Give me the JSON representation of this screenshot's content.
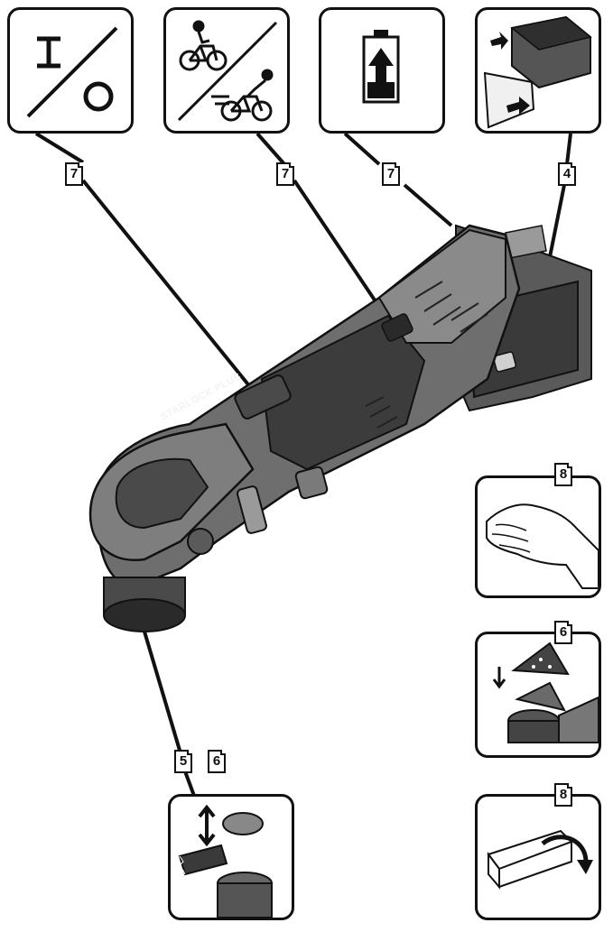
{
  "callouts": {
    "onoff": "7",
    "speed": "7",
    "battery_level": "7",
    "battery_insert": "4",
    "hand": "8",
    "sanding_pad": "6",
    "blade_a": "5",
    "blade_b": "6",
    "storage": "8"
  },
  "tool": {
    "brand_text": "STARLOCK PLUS"
  },
  "icons": {
    "onoff": "on-off-switch-icon",
    "speed": "speed-cyclist-icon",
    "battery": "battery-charge-icon",
    "battery_insert": "battery-insert-icon",
    "hand": "hand-vibration-icon",
    "sanding": "sanding-pad-icon",
    "blade": "blade-change-icon",
    "storage": "storage-case-icon"
  }
}
